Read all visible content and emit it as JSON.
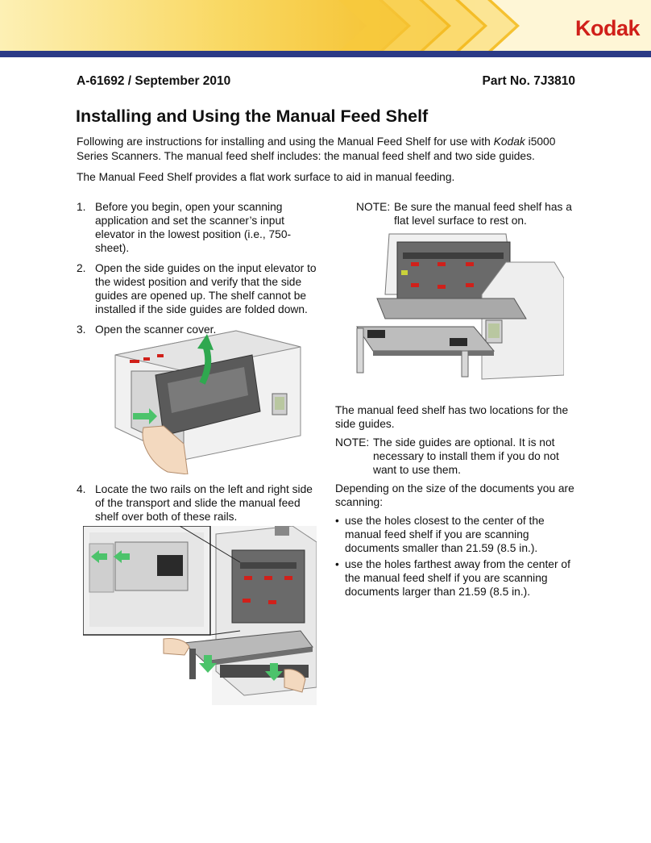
{
  "header": {
    "brand": "Kodak",
    "colors": {
      "band_light": "#fbe48a",
      "band_gold": "#f3b81f",
      "rule": "#2b3a86",
      "brand_red": "#d0201a"
    }
  },
  "meta": {
    "doc_id": "A-61692 / September 2010",
    "part_no": "Part No. 7J3810"
  },
  "title": "Installing and Using the Manual Feed Shelf",
  "intro": {
    "p1_before": "Following are instructions for installing and using the Manual Feed Shelf for use with ",
    "p1_brand": "Kodak",
    "p1_after": " i5000 Series Scanners. The manual feed shelf includes: the manual feed shelf and two side guides.",
    "p2": "The Manual Feed Shelf provides a flat work surface to aid in manual feeding."
  },
  "steps": [
    {
      "num": "1.",
      "text": "Before you begin, open your scanning application and set the scanner’s input elevator in the lowest position (i.e., 750-sheet)."
    },
    {
      "num": "2.",
      "text": "Open the side guides on the input elevator to the widest position and verify that the side guides are opened up. The shelf cannot be installed if the side guides are folded down."
    },
    {
      "num": "3.",
      "text": "Open the scanner cover."
    },
    {
      "num": "4.",
      "text": "Locate the two rails on the left and right side of the transport and slide the manual feed shelf over both of these rails."
    }
  ],
  "right": {
    "note1_label": "NOTE:",
    "note1_text": "Be sure the manual feed shelf has a flat level surface to rest on.",
    "locations_text": "The manual feed shelf has two locations for the side guides.",
    "note2_label": "NOTE:",
    "note2_text": "The side guides are optional. It is not necessary to install them if you do not want to use them.",
    "depending_text": "Depending on the size of the documents you are scanning:",
    "bullets": [
      "use the holes closest to the center of the manual feed shelf if you are scanning documents smaller than 21.59 (8.5 in.).",
      "use the holes farthest away from the center of the manual feed shelf if you are scanning documents larger than 21.59 (8.5 in.)."
    ],
    "bullet_glyph": "•"
  }
}
